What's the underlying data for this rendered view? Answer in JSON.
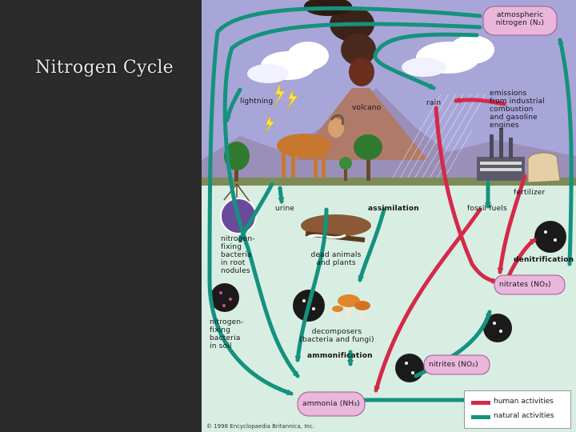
{
  "slide": {
    "title": "Nitrogen Cycle"
  },
  "diagram": {
    "labels": {
      "atmospheric_nitrogen": "atmospheric\nnitrogen (N₂)",
      "lightning": "lightning",
      "volcano": "volcano",
      "rain": "rain",
      "emissions": "emissions\nfrom industrial\ncombustion\nand gasoline\nengines",
      "fertilizer": "fertilizer",
      "urine": "urine",
      "assimilation": "assimilation",
      "fossil_fuels": "fossil fuels",
      "nitrogen_fixing_root": "nitrogen-\nfixing\nbacteria\nin root\nnodules",
      "dead_animals": "dead animals\nand plants",
      "denitrification": "denitrification",
      "nitrates": "nitrates (NO₃)",
      "nitrogen_fixing_soil": "nitrogen-\nfixing\nbacteria\nin soil",
      "decomposers": "decomposers\n(bacteria and fungi)",
      "ammonification": "ammonification",
      "nitrites": "nitrites (NO₂)",
      "ammonia": "ammonia (NH₃)"
    },
    "legend": [
      {
        "label": "human activities",
        "color": "#d42a4a"
      },
      {
        "label": "natural activities",
        "color": "#14927e"
      }
    ],
    "copyright": "© 1998 Encyclopaedia Britannica, Inc."
  },
  "colors": {
    "slide_bg": "#2b2b2b",
    "human": "#d42a4a",
    "natural": "#14927e",
    "sky": "#a8a6d8",
    "soil": "#d9eee3",
    "ammonia_pill": "#eab6dc"
  }
}
